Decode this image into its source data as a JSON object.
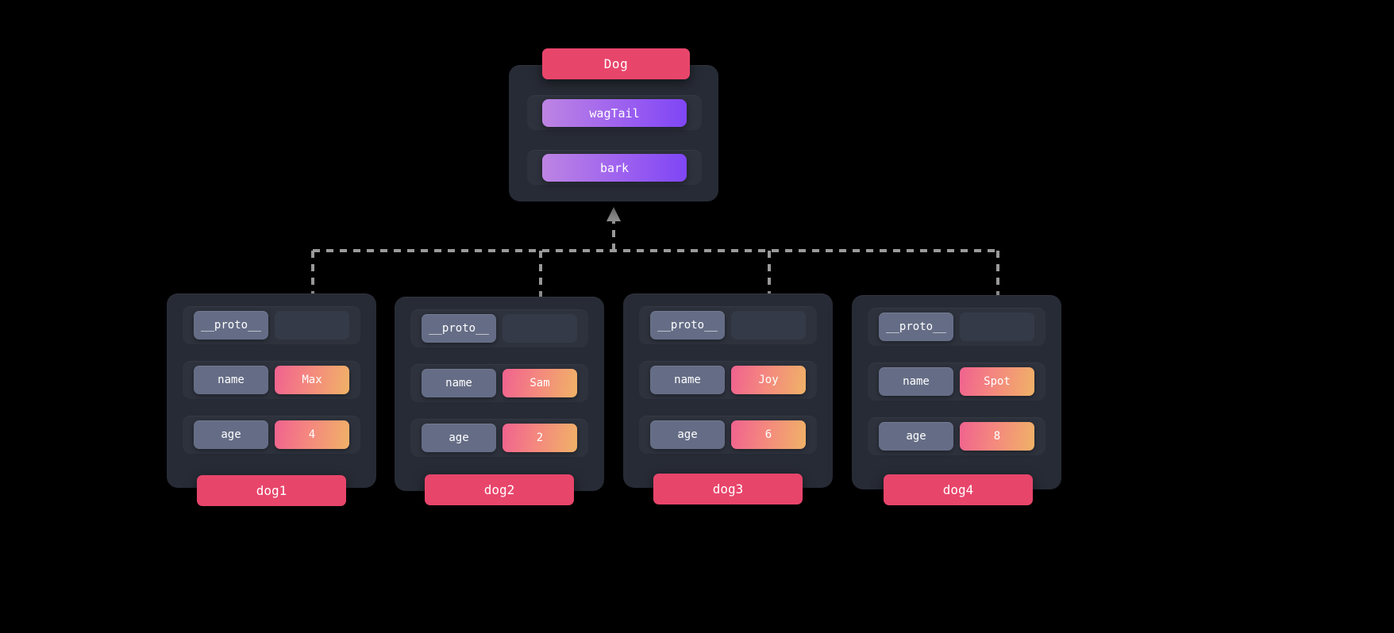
{
  "diagram": {
    "type": "prototype-chain",
    "background": "#000000",
    "accent_pink": "#e8456b",
    "accent_purple_gradient": [
      "#bd84e3",
      "#7f46f5"
    ],
    "value_gradient": [
      "#f0628f",
      "#f0b267"
    ],
    "key_pill_color": "#656d86",
    "card_color": "#272b35",
    "connector_color": "#9a9a9a"
  },
  "prototype": {
    "title": "Dog",
    "methods": [
      {
        "name": "wagTail"
      },
      {
        "name": "bark"
      }
    ]
  },
  "instances": [
    {
      "label": "dog1",
      "rows": [
        {
          "key": "__proto__",
          "value": "",
          "is_proto": true
        },
        {
          "key": "name",
          "value": "Max",
          "is_proto": false
        },
        {
          "key": "age",
          "value": "4",
          "is_proto": false
        }
      ]
    },
    {
      "label": "dog2",
      "rows": [
        {
          "key": "__proto__",
          "value": "",
          "is_proto": true
        },
        {
          "key": "name",
          "value": "Sam",
          "is_proto": false
        },
        {
          "key": "age",
          "value": "2",
          "is_proto": false
        }
      ]
    },
    {
      "label": "dog3",
      "rows": [
        {
          "key": "__proto__",
          "value": "",
          "is_proto": true
        },
        {
          "key": "name",
          "value": "Joy",
          "is_proto": false
        },
        {
          "key": "age",
          "value": "6",
          "is_proto": false
        }
      ]
    },
    {
      "label": "dog4",
      "rows": [
        {
          "key": "__proto__",
          "value": "",
          "is_proto": true
        },
        {
          "key": "name",
          "value": "Spot",
          "is_proto": false
        },
        {
          "key": "age",
          "value": "8",
          "is_proto": false
        }
      ]
    }
  ]
}
